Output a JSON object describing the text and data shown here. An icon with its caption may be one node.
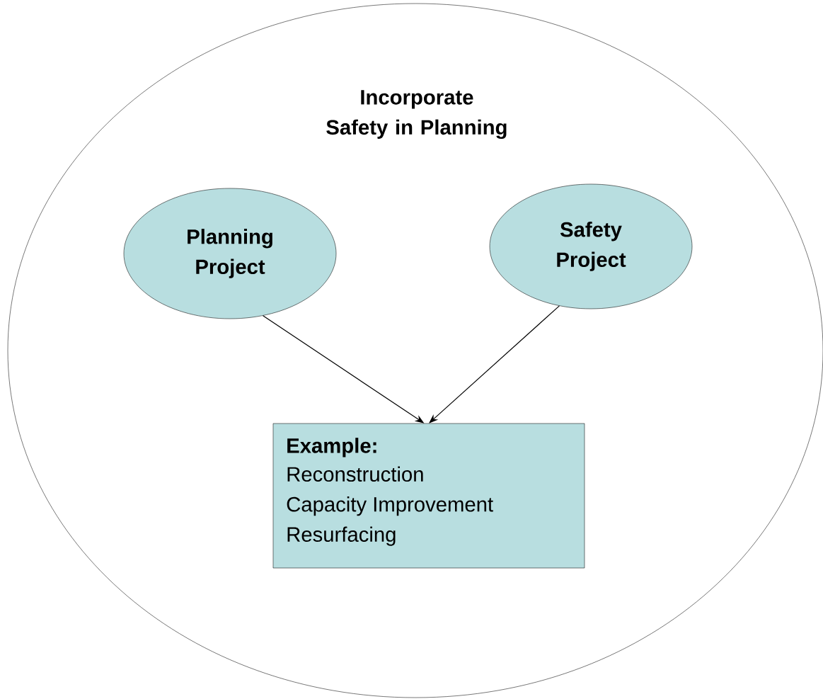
{
  "diagram": {
    "nodes": [
      {
        "text": [
          "Incorporate Safety in Planning"
        ]
      },
      {
        "text": [
          "Planning Project"
        ],
        "in": 0
      },
      {
        "text": [
          "Safety Project"
        ],
        "in": 0
      },
      {
        "text": [
          "Example:",
          "Reconstruction",
          "Capacity Improvement",
          "Resurfacing"
        ],
        "in": 0
      }
    ],
    "edges": [
      {
        "from": 1,
        "to": 3,
        "arrow": "to"
      },
      {
        "from": 2,
        "to": 3,
        "arrow": "to"
      }
    ]
  }
}
